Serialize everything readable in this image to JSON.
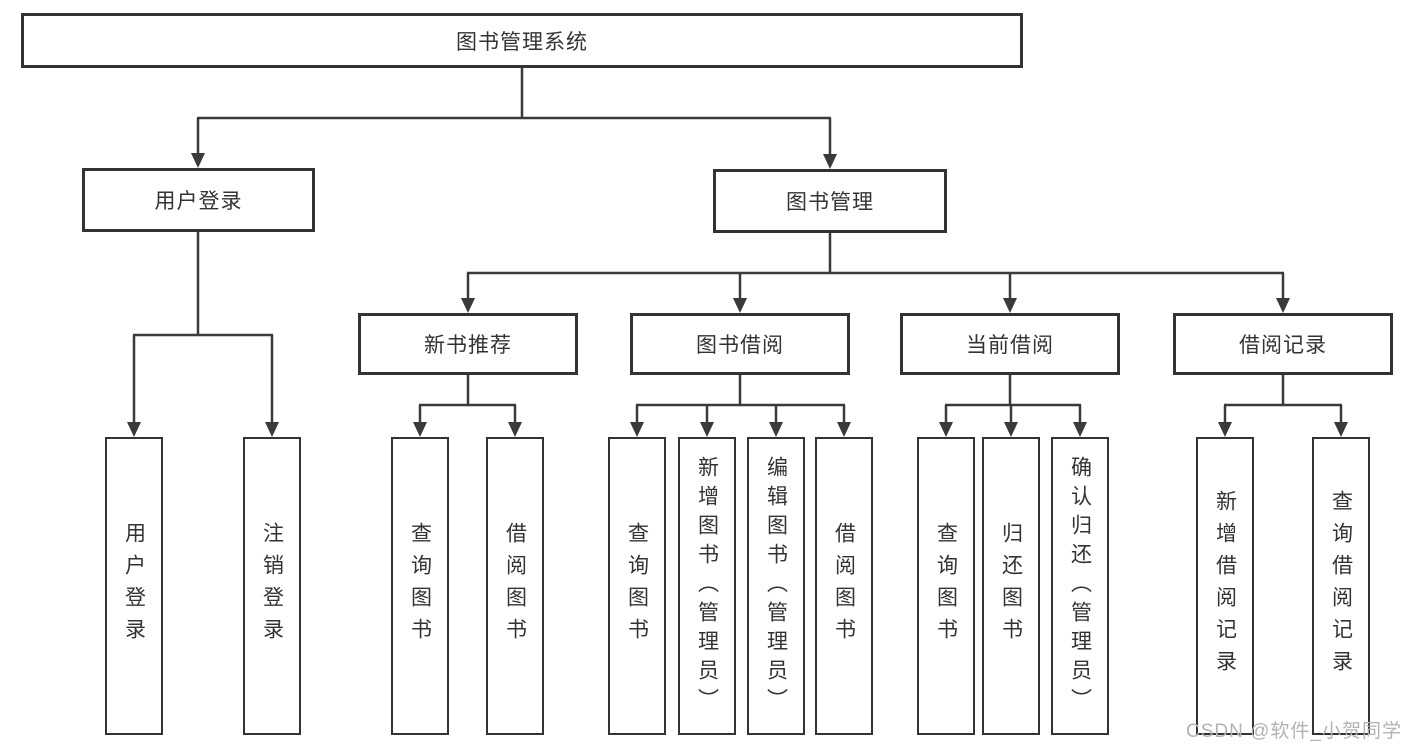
{
  "colors": {
    "line": "#3a3a3a",
    "box_border": "#333333",
    "box_background": "#ffffff",
    "text": "#333333",
    "watermark": "#b3b3b6",
    "page_background": "#ffffff"
  },
  "nodes": {
    "root": {
      "label": "图书管理系统"
    },
    "l2": [
      {
        "label": "用户登录"
      },
      {
        "label": "图书管理"
      }
    ],
    "l3": [
      {
        "label": "新书推荐",
        "parent": "图书管理"
      },
      {
        "label": "图书借阅",
        "parent": "图书管理"
      },
      {
        "label": "当前借阅",
        "parent": "图书管理"
      },
      {
        "label": "借阅记录",
        "parent": "图书管理"
      }
    ],
    "leaves": [
      {
        "label": "用户登录",
        "parent": "用户登录"
      },
      {
        "label": "注销登录",
        "parent": "用户登录"
      },
      {
        "label": "查询图书",
        "parent": "新书推荐"
      },
      {
        "label": "借阅图书",
        "parent": "新书推荐"
      },
      {
        "label": "查询图书",
        "parent": "图书借阅"
      },
      {
        "label": "新增图书（管理员）",
        "parent": "图书借阅"
      },
      {
        "label": "编辑图书（管理员）",
        "parent": "图书借阅"
      },
      {
        "label": "借阅图书",
        "parent": "图书借阅"
      },
      {
        "label": "查询图书",
        "parent": "当前借阅"
      },
      {
        "label": "归还图书",
        "parent": "当前借阅"
      },
      {
        "label": "确认归还（管理员）",
        "parent": "当前借阅"
      },
      {
        "label": "新增借阅记录",
        "parent": "借阅记录"
      },
      {
        "label": "查询借阅记录",
        "parent": "借阅记录"
      }
    ]
  },
  "watermark": {
    "text": "CSDN @软件_小贺同学"
  }
}
